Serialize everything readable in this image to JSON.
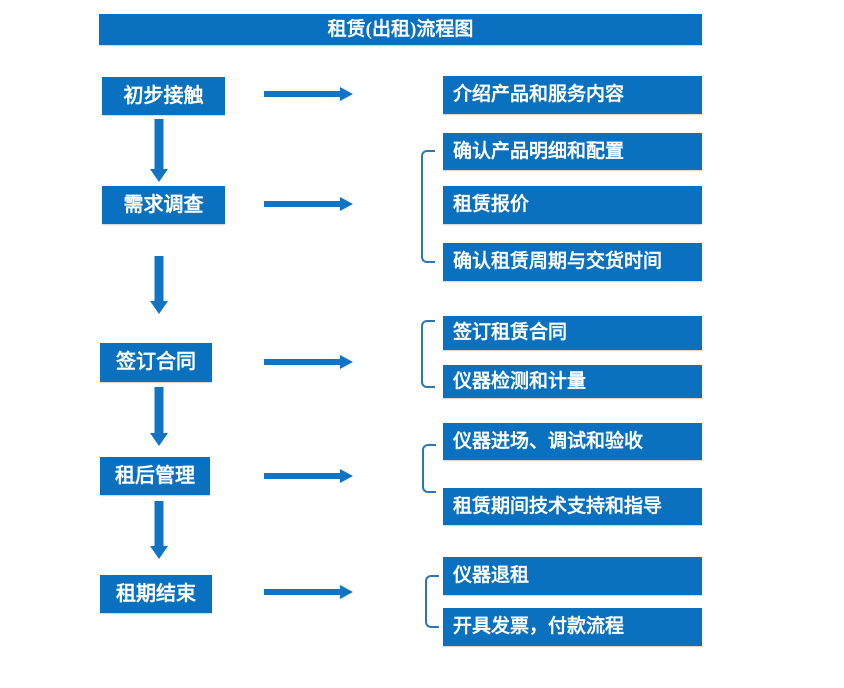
{
  "title": "租赁(出租)流程图",
  "colors": {
    "box_blue": "#0a70c0",
    "arrow_blue": "#1174c4",
    "bracket_blue": "#2e75b6",
    "text_white": "#ffffff"
  },
  "stages": [
    {
      "label": "初步接触",
      "outputs": [
        "介绍产品和服务内容"
      ]
    },
    {
      "label": "需求调查",
      "outputs": [
        "确认产品明细和配置",
        "租赁报价",
        "确认租赁周期与交货时间"
      ]
    },
    {
      "label": "签订合同",
      "outputs": [
        "签订租赁合同",
        "仪器检测和计量"
      ]
    },
    {
      "label": "租后管理",
      "outputs": [
        "仪器进场、调试和验收",
        "租赁期间技术支持和指导"
      ]
    },
    {
      "label": "租期结束",
      "outputs": [
        "仪器退租",
        "开具发票，付款流程"
      ]
    }
  ]
}
